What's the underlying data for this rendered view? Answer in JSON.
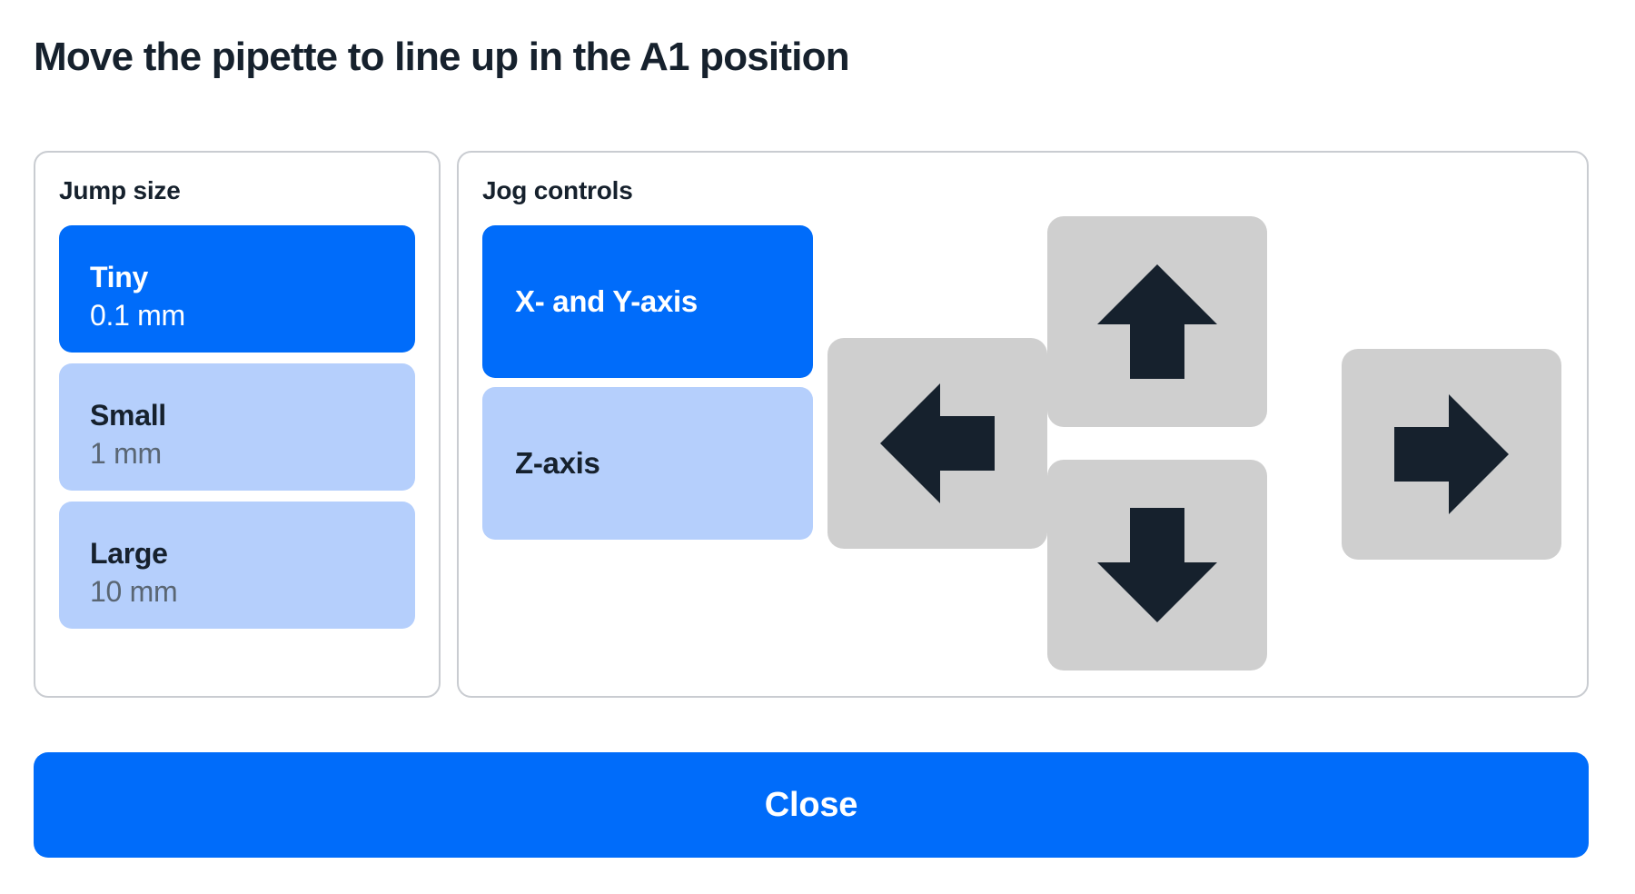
{
  "page": {
    "title": "Move the pipette to line up in the A1 position"
  },
  "colors": {
    "accent_blue": "#006CFA",
    "light_blue": "#B5CFFC",
    "arrow_button_gray": "#CFCFCF",
    "arrow_glyph": "#16212D",
    "card_border": "#C9CCD1",
    "text_dark": "#16212D",
    "text_muted": "#5A6673",
    "background": "#FFFFFF"
  },
  "jump_size": {
    "title": "Jump size",
    "selected": "Tiny",
    "options": [
      {
        "name": "Tiny",
        "value": "0.1 mm",
        "selected": true
      },
      {
        "name": "Small",
        "value": "1 mm",
        "selected": false
      },
      {
        "name": "Large",
        "value": "10 mm",
        "selected": false
      }
    ]
  },
  "jog_controls": {
    "title": "Jog controls",
    "selected_axis": "X- and Y-axis",
    "axes": [
      {
        "label": "X- and Y-axis",
        "selected": true
      },
      {
        "label": "Z-axis",
        "selected": false
      }
    ],
    "directions": [
      {
        "name": "up",
        "icon": "arrow-up-icon",
        "label": "Jog up"
      },
      {
        "name": "down",
        "icon": "arrow-down-icon",
        "label": "Jog down"
      },
      {
        "name": "left",
        "icon": "arrow-left-icon",
        "label": "Jog left"
      },
      {
        "name": "right",
        "icon": "arrow-right-icon",
        "label": "Jog right"
      }
    ]
  },
  "footer": {
    "close_label": "Close"
  }
}
